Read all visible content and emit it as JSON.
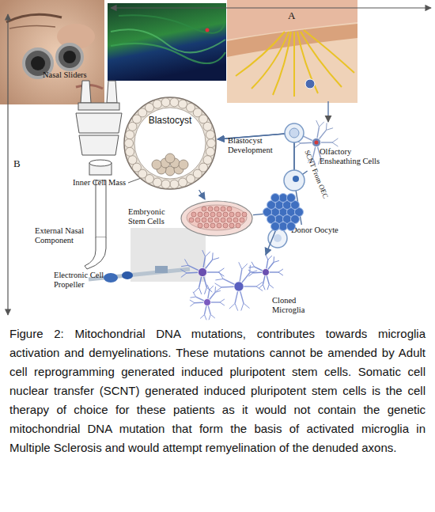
{
  "diagram": {
    "caption": "Figure 2: Mitochondrial DNA mutations, contributes towards microglia activation and demyelinations. These mutations cannot be amended by Adult cell reprogramming generated induced pluripotent stem cells. Somatic cell nuclear transfer (SCNT) generated induced pluripotent stem cells is the cell therapy of choice for these patients as it would not contain the genetic mitochondrial DNA mutation that form the basis of activated microglia in Multiple Sclerosis and would attempt remyelination of the denuded axons.",
    "nodes": [
      {
        "text": [
          "Olfactory Ensheathing Cells"
        ]
      },
      {
        "text": [
          "Blastocyst"
        ]
      },
      {
        "text": [
          "Donor Oocyte"
        ]
      },
      {
        "text": [
          "Embryonic Stem Cells"
        ]
      },
      {
        "text": [
          "Cloned Microglia"
        ]
      }
    ],
    "edges": [
      {
        "from": 0,
        "to": 1,
        "label": "Blastocyst Development",
        "arrow": "to"
      },
      {
        "from": 2,
        "to": 1,
        "arrow": "to"
      },
      {
        "from": 1,
        "to": 3,
        "arrow": "to"
      },
      {
        "from": 3,
        "to": 4,
        "arrow": "to"
      }
    ],
    "labels": [
      "A",
      "B",
      "Nasal Sliders",
      "Inner Cell Mass",
      "SCNT From OEC",
      "External Nasal Component",
      "Electronic Cell Propeller"
    ]
  }
}
